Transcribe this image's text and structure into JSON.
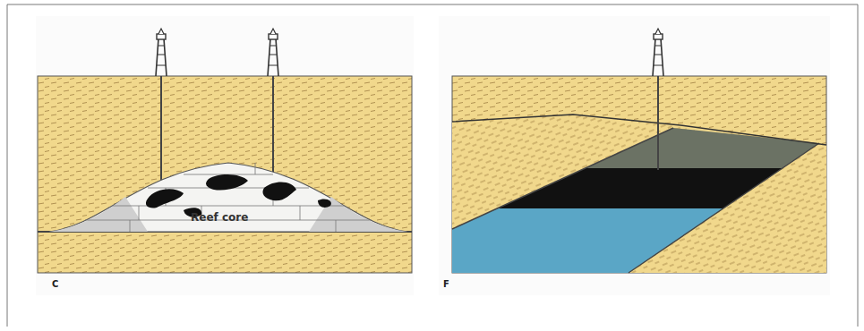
{
  "diagram": {
    "nodes": [
      {
        "text": [
          "Reef core"
        ]
      }
    ],
    "labels": [
      "C",
      "F"
    ]
  }
}
